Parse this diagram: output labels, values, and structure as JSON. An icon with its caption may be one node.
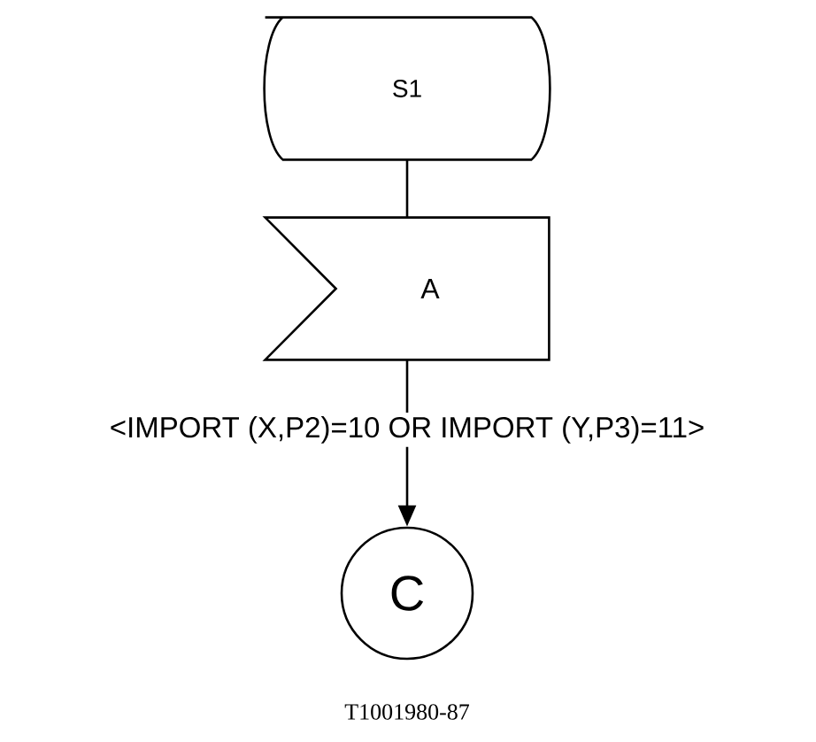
{
  "diagram": {
    "caption": "T1001980-87",
    "nodes": [
      {
        "text": [
          "S1"
        ]
      },
      {
        "text": [
          "A"
        ]
      },
      {
        "text": [
          "C"
        ]
      }
    ],
    "edges": [
      {
        "from": 0,
        "to": 1,
        "arrow": "none"
      },
      {
        "from": 1,
        "to": 2,
        "arrow": "to",
        "label": "<IMPORT (X,P2)=10 OR IMPORT (Y,P3)=11>"
      }
    ]
  }
}
